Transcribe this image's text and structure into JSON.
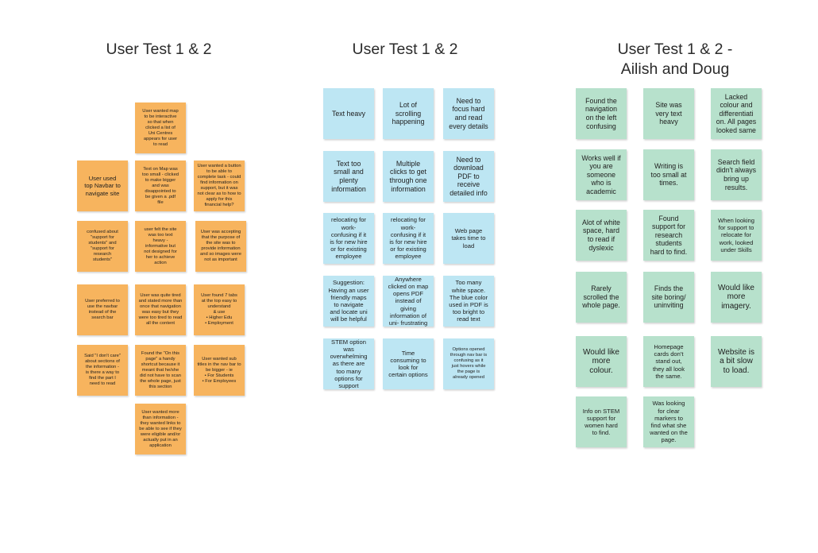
{
  "columns": [
    {
      "title": "User Test 1 & 2"
    },
    {
      "title": "User Test 1 & 2"
    },
    {
      "title": "User Test 1 & 2 -\nAilish and Doug"
    }
  ],
  "colors": {
    "orange": "#f7b45e",
    "blue": "#bde6f3",
    "green": "#b7e1cc"
  },
  "col1_notes": [
    "User wanted map\nto be interactive\nso that when\nclicked a list of\nUni Centres\nappears for user\nto read",
    "User used\ntop Navbar to\nnavigate site",
    "Text on Map was\ntoo small - clicked\nto make bigger\nand was\ndisappointed to\nbe given a .pdf\nfile",
    "User wanted a button\nto be able to\ncomplete task - could\nfind information on\nsupport, but it was\nnot clear as to how to\napply for this\nfinancial help?",
    "confused about\n\"support for\nstudents\" and\n\"support for\nresearch\nstudents\"",
    "user felt the site\nwas too text\nheavy -\ninformative but\nnot designed for\nher to achieve\naction",
    "User was accepting\nthat the purpose of\nthe site was to\nprovide information\nand so images were\nnot as important",
    "User preferred to\nuse the navbar\ninstead of the\nsearch bar",
    "User was quite tired\nand stated more than\nonce that navigation\nwas easy but they\nwere too tired to read\nall the content",
    "User found 7 tabs\nat the top easy to\nunderstand\n& use\n•  Higher Edu\n•  Employment",
    "Said \"I don't care\"\nabout sections of\nthe information -\nis there a way to\nfind the part I\nneed to read",
    "Found the \"On this\npage\" a handy\nshortcut because it\nmeant that he/she\ndid not have to scan\nthe whole page, just\nthis section",
    "User wanted sub\ntitles in the nav bar to\nbe bigger - ie\n•  For Students\n•  For Employees",
    "User wanted more\nthan information -\nthey wanted links to\nbe able to see if they\nwere eligible and/or\nactually put in an\napplication"
  ],
  "col2_notes": [
    "Text heavy",
    "Lot of\nscrolling\nhappening",
    "Need to\nfocus hard\nand read\nevery details",
    "Text too\nsmall and\nplenty\ninformation",
    "Multiple\nclicks to get\nthrough one\ninformation",
    "Need to\ndownload\nPDF to\nreceive\ndetailed info",
    "relocating for\nwork-\nconfusing if it\nis for new hire\nor for existing\nemployee",
    "relocating for\nwork-\nconfusing if it\nis for new hire\nor for existing\nemployee",
    "Web page\ntakes time to\nload",
    "Suggestion:\nHaving an user\nfriendly maps\nto navigate\nand locate uni\nwill be helpful",
    "Anywhere\nclicked on map\nopens PDF\ninstead of\ngiving\ninformation of\nuni- frustrating",
    "Too many\nwhite space.\nThe blue color\nused in PDF is\ntoo bright to\nread text",
    "STEM option\nwas\noverwhelming\nas there are\ntoo many\noptions for\nsupport",
    "Time\nconsuming to\nlook for\ncertain options",
    "Options opened\nthrough nav bar is\nconfusing as it\njust hovers while\nthe page is\nalready opened"
  ],
  "col3_notes": [
    "Found the\nnavigation\non the left\nconfusing",
    "Site was\nvery text\nheavy",
    "Lacked\ncolour and\ndifferentiati\non. All pages\nlooked same",
    "Works well if\nyou are\nsomeone\nwho is\nacademic",
    "Writing is\ntoo small at\ntimes.",
    "Search field\ndidn't always\nbring up\nresults.",
    "Alot of white\nspace, hard\nto read if\ndyslexic",
    "Found\nsupport for\nresearch\nstudents\nhard to find.",
    "When looking\nfor support to\nrelocate for\nwork, looked\nunder Skills",
    "Rarely\nscrolled the\nwhole page.",
    "Finds the\nsite boring/\nuninviting",
    "Would like\nmore\nimagery.",
    "Would like\nmore\ncolour.",
    "Homepage\ncards don't\nstand out,\nthey all look\nthe same.",
    "Website is\na bit slow\nto load.",
    "Info on STEM\nsupport for\nwomen hard\nto find.",
    "Was looking\nfor clear\nmarkers to\nfind what she\nwanted on the\npage."
  ]
}
